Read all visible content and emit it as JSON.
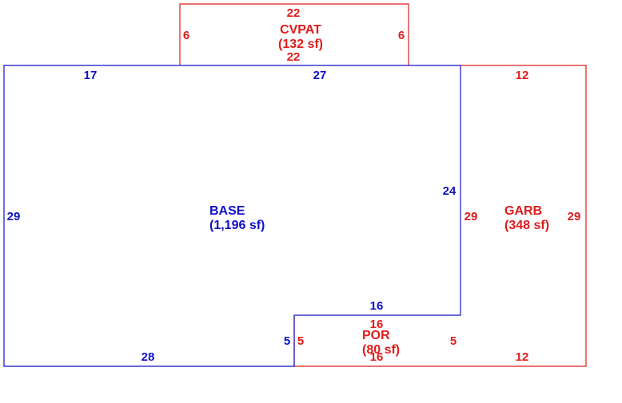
{
  "colors": {
    "base": "#1010c8",
    "addition": "#e01b1b"
  },
  "areas": {
    "cvpat": {
      "name": "CVPAT",
      "area": "(132 sf)",
      "dims": {
        "top": "22",
        "bottom": "22",
        "left": "6",
        "right": "6"
      }
    },
    "base": {
      "name": "BASE",
      "area": "(1,196 sf)",
      "dims": {
        "top_left": "17",
        "top_right": "27",
        "left": "29",
        "right": "24",
        "bottom": "28",
        "step_vertical": "5",
        "step_horizontal": "16"
      }
    },
    "garb": {
      "name": "GARB",
      "area": "(348 sf)",
      "dims": {
        "top": "12",
        "bottom": "12",
        "left": "29",
        "right": "29"
      }
    },
    "por": {
      "name": "POR",
      "area": "(80 sf)",
      "dims": {
        "top": "16",
        "bottom": "16",
        "left": "5",
        "right": "5"
      }
    }
  }
}
